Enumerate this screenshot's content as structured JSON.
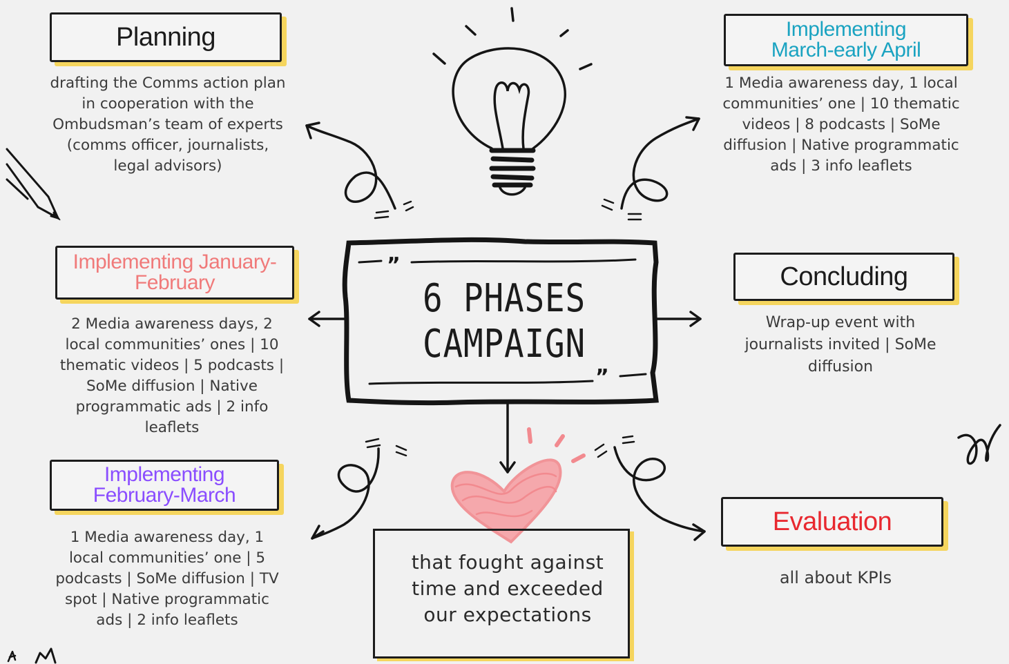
{
  "center": {
    "line1": "6 PHASES",
    "line2": "CAMPAIGN"
  },
  "phases": {
    "planning": {
      "title": "Planning",
      "description": "drafting the Comms action plan in cooperation with the Ombudsman’s team of experts (comms officer, journalists, legal advisors)",
      "title_color": "#1b1b1b"
    },
    "jan_feb": {
      "title_line1": "Implementing January-",
      "title_line2": "February",
      "description": "2 Media awareness days, 2 local communities’ ones | 10 thematic videos | 5 podcasts | SoMe diffusion | Native programmatic ads | 2 info leaflets",
      "title_color": "#f07a7a"
    },
    "feb_mar": {
      "title_line1": "Implementing",
      "title_line2": "February-March",
      "description": "1 Media awareness day, 1 local communities’ one | 5 podcasts | SoMe diffusion | TV spot | Native programmatic ads | 2 info leaflets",
      "title_color": "#8a4dff"
    },
    "mar_apr": {
      "title_line1": "Implementing",
      "title_line2": "March-early April",
      "description": "1 Media awareness day, 1 local communities’ one | 10 thematic videos | 8 podcasts | SoMe diffusion | Native programmatic ads | 3 info leaflets",
      "title_color": "#1aa3c1"
    },
    "concluding": {
      "title": "Concluding",
      "description": "Wrap-up event with journalists invited | SoMe diffusion",
      "title_color": "#1b1b1b"
    },
    "evaluation": {
      "title": "Evaluation",
      "description": "all about KPIs",
      "title_color": "#e8282f"
    }
  },
  "bottom_note": {
    "line1": "that fought against",
    "line2": "time and exceeded",
    "line3": "our expectations"
  },
  "colors": {
    "accent_shadow": "#f5d55e",
    "heart": "#f28a8f",
    "ink": "#1c1c1c"
  }
}
